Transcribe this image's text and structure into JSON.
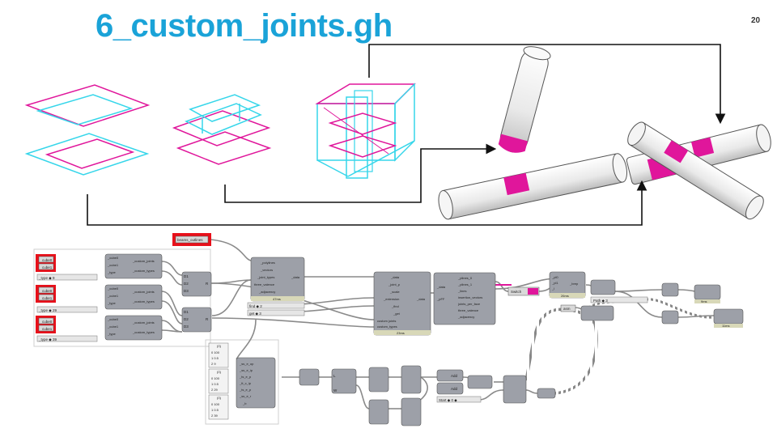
{
  "slide": {
    "title": "6_custom_joints.gh",
    "page_number": "20"
  },
  "colors": {
    "title": "#1aa3d8",
    "magenta": "#e0169b",
    "cyan": "#36d6ea",
    "red_param": "#e8101a",
    "component": "#9da0a8",
    "bar": "#d8d8b8"
  },
  "gh": {
    "breps": [
      "cube0",
      "cube1",
      "cube0",
      "cube1",
      "cube0",
      "cube1"
    ],
    "type_sliders": [
      "_type ◆ 9",
      "_type ◆ 29",
      "_type ◆ 39"
    ],
    "joint_comp_inputs": [
      "_cube0",
      "_cube1",
      "_type"
    ],
    "joint_comp_outputs": [
      "_custom_joints",
      "_custom_types"
    ],
    "merge_inputs": [
      "D1",
      "D2",
      "D3"
    ],
    "merge_output": "R",
    "red_top": "beams_outlines",
    "main_inputs": [
      "_polylines",
      "_vectors",
      "_joint_types",
      "three_valence",
      "_adjacency"
    ],
    "main_output": "_data",
    "main_time": "47ms",
    "find_slider": "find ◆ 2",
    "get_slider": "get ◆ 3",
    "panel_lines": [
      "{0}",
      "0 100",
      "1 0.5",
      "2 9",
      "{0}",
      "0 100",
      "1 0.5",
      "2 29",
      "{0}",
      "0 100",
      "1 0.5",
      "2 39"
    ],
    "panel_comp_inputs": [
      "_ss_e_op",
      "_ss_e_ip",
      "_ts_e_p",
      "_tt_c_ip",
      "_ts_e_p",
      "_ss_e_r",
      "_b"
    ],
    "center_inputs": [
      "_data",
      "_joint_p",
      "_scale",
      "_extension",
      "_find",
      "_get",
      "custom joints",
      "custom_types"
    ],
    "center_output": "_data",
    "center_time": "23ms",
    "out_comp_outputs": [
      "_plines_0",
      "_plines_1",
      "_lines",
      "insertion_vectors",
      "joints_per_face",
      "three_valence",
      "_adjacency"
    ],
    "out_comp_inputs": [
      "_data",
      "_pFF"
    ],
    "switch_label": "Switch",
    "loft_inputs": [
      "_pl0",
      "_pl1",
      "_l"
    ],
    "loft_output": "_brep",
    "loft_time": "26ms",
    "path_slider": "Path ◆ 3",
    "asm_label": "asm",
    "bottom_time": "11ms",
    "start_slider": "Start ◆ 0 ◆",
    "mini_time": "9ms",
    "add_label": "Add",
    "lwp": [
      "L",
      "W",
      "P"
    ]
  }
}
